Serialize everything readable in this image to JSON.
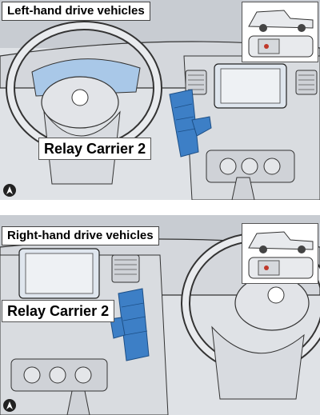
{
  "top_panel": {
    "title": "Left-hand drive vehicles",
    "callout": "Relay Carrier 2"
  },
  "bottom_panel": {
    "title": "Right-hand drive vehicles",
    "callout": "Relay Carrier 2"
  },
  "colors": {
    "relay_carrier": "#3d7fc6",
    "screen": "#a9c8e8",
    "dashboard_line": "#333333",
    "highlight_dot": "#c0392b"
  },
  "icons": [
    "steering-wheel-icon",
    "north-arrow-icon",
    "vehicle-side-view-icon",
    "vehicle-top-view-icon"
  ]
}
